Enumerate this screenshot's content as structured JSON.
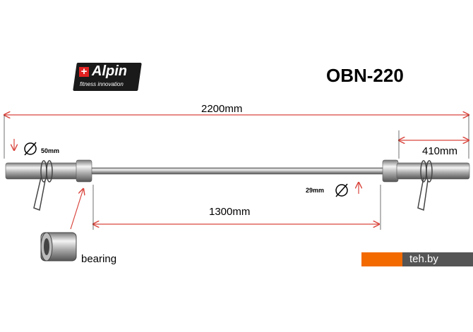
{
  "brand": {
    "name": "Alpin",
    "tagline": "fitness innovation"
  },
  "model": "OBN-220",
  "dimensions": {
    "total_length": "2200mm",
    "grip_length": "1300mm",
    "sleeve_length": "410mm",
    "sleeve_diameter": "50mm",
    "shaft_diameter": "29mm"
  },
  "labels": {
    "bearing": "bearing"
  },
  "watermark": "teh.by",
  "colors": {
    "arrow": "#d9463e",
    "accent": "#f26a00"
  }
}
